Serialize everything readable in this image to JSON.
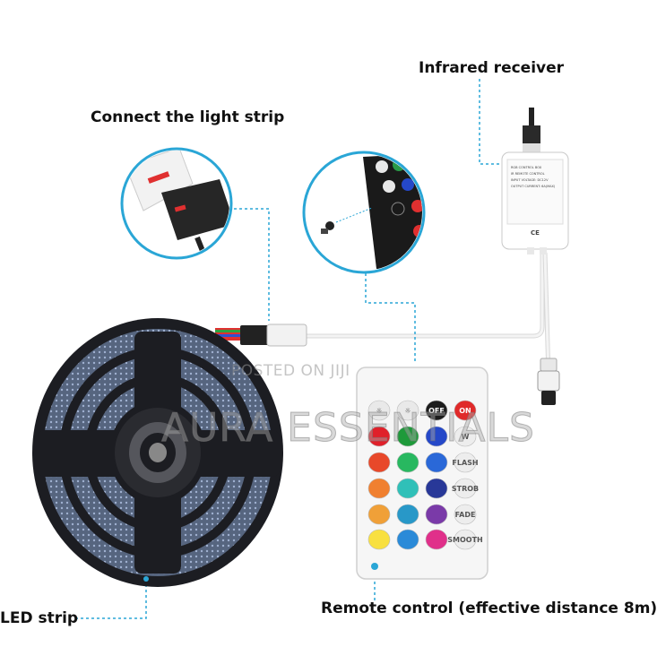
{
  "labels": {
    "connect": "Connect the light strip",
    "infrared": "Infrared receiver",
    "remote": "Remote control (effective distance 8m)",
    "led": "LED strip"
  },
  "watermark": {
    "posted": "POSTED ON JIJI",
    "brand": "AURA ESSENTIALS"
  },
  "receiver_box": {
    "lines": [
      "RGB CONTROL BOX",
      "IR REMOTE CONTROL",
      "INPUT VOLTAGE: DC12V",
      "OUTPUT CURRENT: 6A(MAX)"
    ],
    "ce_mark": "CE"
  },
  "remote": {
    "top_buttons": [
      "",
      "",
      "OFF",
      "ON"
    ],
    "function_buttons": [
      "W",
      "FLASH",
      "STROB",
      "FADE",
      "SMOOTH"
    ],
    "colors": {
      "row1": [
        "#e0202a",
        "#1e9a3a",
        "#2548c8"
      ],
      "row2": [
        "#e8482a",
        "#28b860",
        "#2a68d8"
      ],
      "row3": [
        "#f08030",
        "#30c0b8",
        "#283898"
      ],
      "row4": [
        "#f0a038",
        "#2898c8",
        "#7a3aa8"
      ],
      "row5": [
        "#f8e040",
        "#2a8ad8",
        "#e0308a"
      ]
    }
  },
  "colors": {
    "circle_stroke": "#2aa6d6",
    "dotted_line": "#2aa6d6",
    "reel": "#1c1d22",
    "led_glow": "#6a7a9a"
  }
}
